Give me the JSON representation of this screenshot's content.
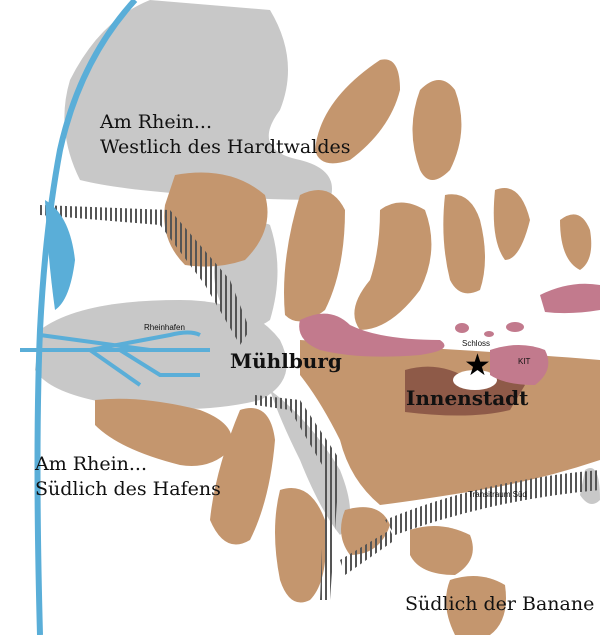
{
  "labels": {
    "west_hardt": [
      "Am Rhein...",
      "Westlich des Hardtwaldes"
    ],
    "south_harbor": [
      "Am Rhein...",
      "Südlich des Hafens"
    ],
    "muehlburg": "Mühlburg",
    "innenstadt": "Innenstadt",
    "suedlich_banane": "Südlich der Banane",
    "rheinhafen": "Rheinhafen",
    "schloss": "Schloss",
    "kit": "KIT",
    "transitraum": "Transitraum Süd"
  },
  "colors": {
    "settlement": "#c4966e",
    "innenstadt": "#8e5a48",
    "open_area": "#c8c8c8",
    "water": "#5aaed8",
    "institution": "#c27a8d"
  },
  "icons": {
    "schloss": "star-icon"
  }
}
